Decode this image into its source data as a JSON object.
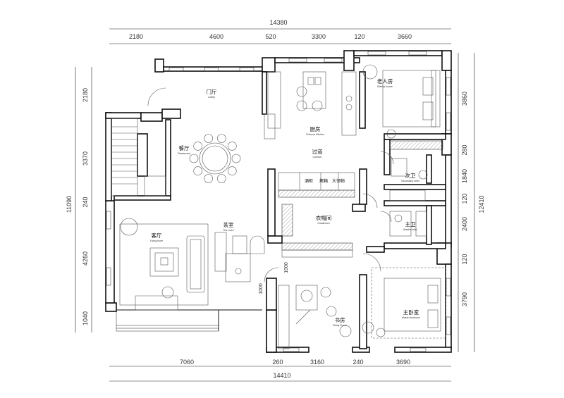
{
  "dimensions": {
    "top_total": "14380",
    "top_segments": [
      "2180",
      "4600",
      "520",
      "3300",
      "120",
      "3660"
    ],
    "bottom_total": "14410",
    "bottom_segments": [
      "7060",
      "260",
      "3160",
      "240",
      "3690"
    ],
    "left_total": "11090",
    "left_segments": [
      "2180",
      "3370",
      "240",
      "4260",
      "1040"
    ],
    "right_total": "12410",
    "right_segments": [
      "3860",
      "280",
      "1840",
      "120",
      "2400",
      "120",
      "3790"
    ],
    "inner_segments": [
      "1000",
      "1000"
    ]
  },
  "rooms": [
    {
      "cn": "门厅",
      "en": "Lobby"
    },
    {
      "cn": "厨房",
      "en": "Chinese Kitchen"
    },
    {
      "cn": "老人房",
      "en": "Elderly house"
    },
    {
      "cn": "餐厅",
      "en": "Restaurant"
    },
    {
      "cn": "过道",
      "en": "Corridor"
    },
    {
      "cn": "次卫",
      "en": "Secondary toilet"
    },
    {
      "cn": "主卫",
      "en": "Master toilet"
    },
    {
      "cn": "客厅",
      "en": "Living room"
    },
    {
      "cn": "茶室",
      "en": "Tea room"
    },
    {
      "cn": "衣帽间",
      "en": "Cloakroom"
    },
    {
      "cn": "书房",
      "en": "Study Room"
    },
    {
      "cn": "主卧室",
      "en": "Master bedroom"
    }
  ],
  "cabinet_labels": [
    "酒柜",
    "烤箱",
    "大领物"
  ]
}
